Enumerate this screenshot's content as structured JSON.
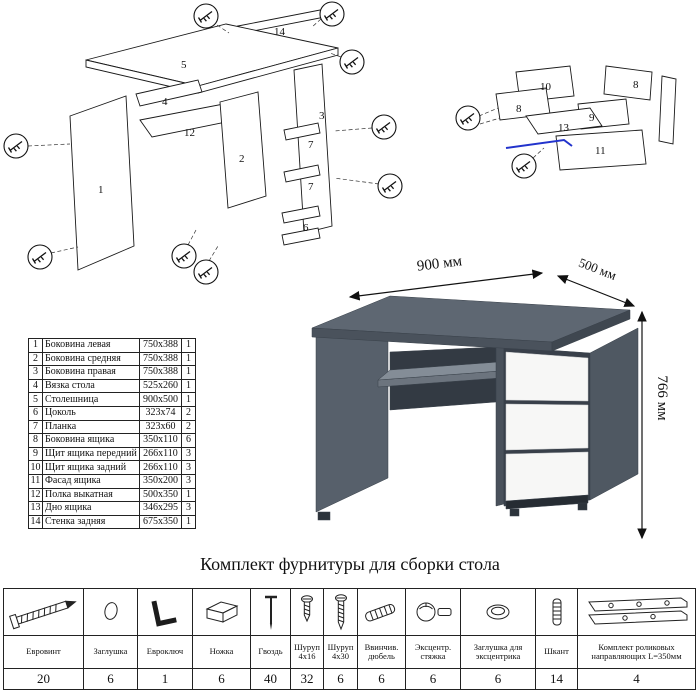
{
  "title": "Комплект фурнитуры для сборки стола",
  "dimensions": {
    "width": "900 мм",
    "depth": "500 мм",
    "height": "766 мм"
  },
  "colors": {
    "desk_top": "#5e6772",
    "desk_side": "#4f5862",
    "desk_dark": "#39404a",
    "drawer_front": "#f7f7f6",
    "guide_highlight": "#2233cc",
    "line": "#111111"
  },
  "diagrams": {
    "desk_exploded": {
      "labels": [
        "14",
        "5",
        "4",
        "12",
        "2",
        "1",
        "3",
        "7",
        "7",
        "6"
      ]
    },
    "drawer_exploded": {
      "labels": [
        "10",
        "8",
        "8",
        "9",
        "13",
        "11"
      ]
    }
  },
  "parts": {
    "rows": [
      {
        "n": "1",
        "name": "Боковина левая",
        "size": "750x388",
        "qty": "1"
      },
      {
        "n": "2",
        "name": "Боковина средняя",
        "size": "750x388",
        "qty": "1"
      },
      {
        "n": "3",
        "name": "Боковина правая",
        "size": "750x388",
        "qty": "1"
      },
      {
        "n": "4",
        "name": "Вязка стола",
        "size": "525x260",
        "qty": "1"
      },
      {
        "n": "5",
        "name": "Столешница",
        "size": "900x500",
        "qty": "1"
      },
      {
        "n": "6",
        "name": "Цоколь",
        "size": "323x74",
        "qty": "2"
      },
      {
        "n": "7",
        "name": "Планка",
        "size": "323x60",
        "qty": "2"
      },
      {
        "n": "8",
        "name": "Боковина ящика",
        "size": "350x110",
        "qty": "6"
      },
      {
        "n": "9",
        "name": "Щит ящика передний",
        "size": "266x110",
        "qty": "3"
      },
      {
        "n": "10",
        "name": "Щит ящика задний",
        "size": "266x110",
        "qty": "3"
      },
      {
        "n": "11",
        "name": "Фасад ящика",
        "size": "350x200",
        "qty": "3"
      },
      {
        "n": "12",
        "name": "Полка выкатная",
        "size": "500x350",
        "qty": "1"
      },
      {
        "n": "13",
        "name": "Дно ящика",
        "size": "346x295",
        "qty": "3"
      },
      {
        "n": "14",
        "name": "Стенка задняя",
        "size": "675x350",
        "qty": "1"
      }
    ]
  },
  "hardware": {
    "items": [
      {
        "icon": "confirmat-screw-icon",
        "name": "Евровинт",
        "qty": "20"
      },
      {
        "icon": "screw-cap-icon",
        "name": "Заглушка",
        "qty": "6"
      },
      {
        "icon": "hex-key-icon",
        "name": "Евроключ",
        "qty": "1"
      },
      {
        "icon": "foot-icon",
        "name": "Ножка",
        "qty": "6"
      },
      {
        "icon": "nail-icon",
        "name": "Гвоздь",
        "qty": "40"
      },
      {
        "icon": "screw-4x16-icon",
        "name": "Шуруп 4x16",
        "qty": "32"
      },
      {
        "icon": "screw-4x30-icon",
        "name": "Шуруп 4x30",
        "qty": "6"
      },
      {
        "icon": "dowel-screw-icon",
        "name": "Ввинчив. дюбель",
        "qty": "6"
      },
      {
        "icon": "cam-lock-icon",
        "name": "Эксцентр. стяжка",
        "qty": "6"
      },
      {
        "icon": "cam-cap-icon",
        "name": "Заглушка для эксцентрика",
        "qty": "6"
      },
      {
        "icon": "wood-dowel-icon",
        "name": "Шкант",
        "qty": "14"
      },
      {
        "icon": "drawer-slides-icon",
        "name": "Комплект роликовых направляющих L=350мм",
        "qty": "4"
      }
    ]
  }
}
